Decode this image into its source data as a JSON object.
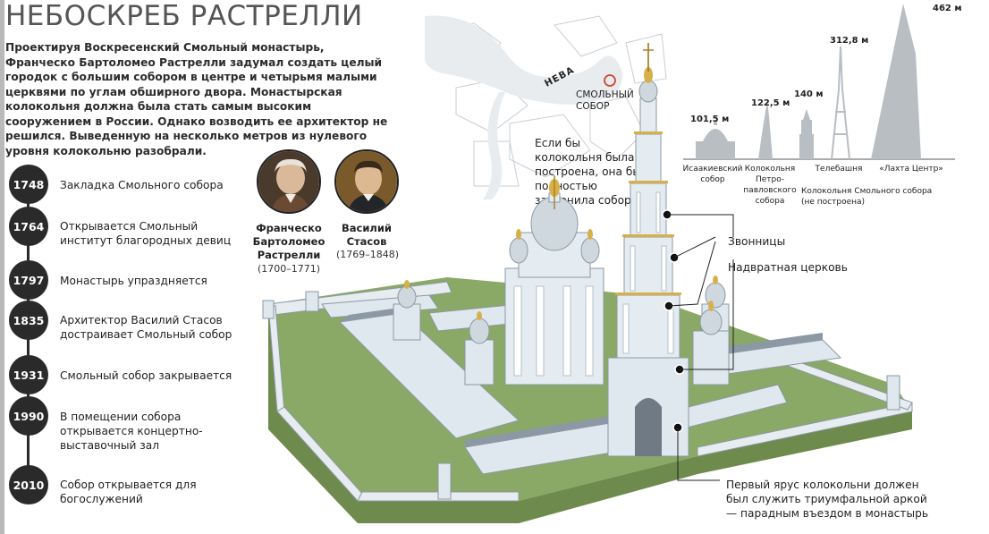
{
  "title": "НЕБОСКРЕБ РАСТРЕЛЛИ",
  "intro": "Проектируя Воскресенский Смольный монастырь, Франческо Бартоломео Растрелли задумал создать целый городок с большим собором в центре и четырьмя малыми церквями по углам обширного двора. Монастырская колокольня должна была стать самым высоким сооружением в России. Однако возводить ее архитектор не решился. Выведенную на несколько метров из нулевого уровня колокольню разобрали.",
  "timeline": [
    {
      "year": "1748",
      "text": "Закладка Смольного собора"
    },
    {
      "year": "1764",
      "text": "Открывается Смольный институт благородных девиц"
    },
    {
      "year": "1797",
      "text": "Монастырь упраздняется"
    },
    {
      "year": "1835",
      "text": "Архитектор Василий Стасов достраивает Смольный собор"
    },
    {
      "year": "1931",
      "text": "Смольный собор закрывается"
    },
    {
      "year": "1990",
      "text": "В помещении собора открывается концертно-выставочный зал"
    },
    {
      "year": "2010",
      "text": "Собор открывается для богослужений"
    }
  ],
  "people": [
    {
      "name": "Франческо Бартоломео Растрелли",
      "dates": "(1700–1771)"
    },
    {
      "name": "Василий Стасов",
      "dates": "(1769–1848)"
    }
  ],
  "map": {
    "river": "НЕВА",
    "place": "СМОЛЬНЫЙ СОБОР"
  },
  "note": "Если бы колокольня была построена, она бы полностью заслонила собор",
  "height_comparison": [
    {
      "height": "101,5 м",
      "name": "Исаакиевский собор"
    },
    {
      "height": "122,5 м",
      "name": "Колокольня Петро-павловского собора"
    },
    {
      "height": "140 м",
      "name": "Колокольня Смольного собора (не построена)"
    },
    {
      "height": "312,8 м",
      "name": "Телебашня"
    },
    {
      "height": "462 м",
      "name": "«Лахта Центр»"
    }
  ],
  "callouts": {
    "belfries": "Звонницы",
    "gate_church": "Надвратная церковь",
    "first_tier": "Первый ярус колокольни должен был служить триумфальной аркой — парадным въездом в монастырь"
  },
  "colors": {
    "timeline": "#2a2a2a",
    "facade": "#dfe8ee",
    "roof": "#8c98a3",
    "grass": "#8aa866",
    "gold": "#d7b049"
  }
}
